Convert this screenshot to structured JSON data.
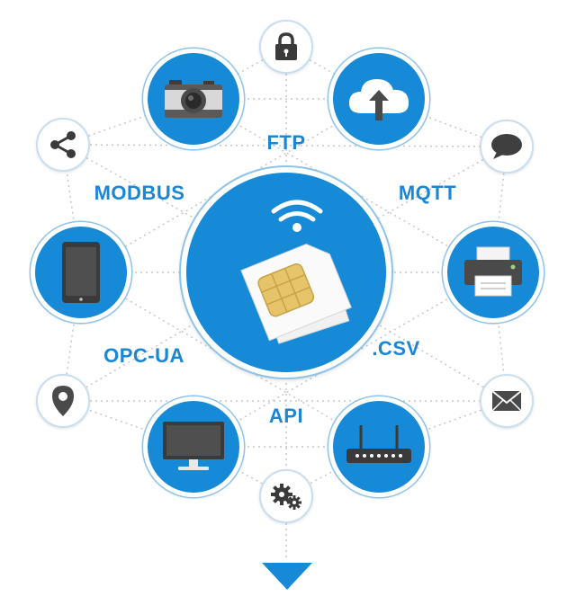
{
  "labels": {
    "ftp": "FTP",
    "modbus": "MODBUS",
    "mqtt": "MQTT",
    "opcua": "OPC-UA",
    "csv": ".CSV",
    "api": "API"
  },
  "colors": {
    "accent": "#168ad7",
    "label": "#1a86d4",
    "icon_dark": "#4a4a4a",
    "connector": "#c7c7c7"
  },
  "icons": {
    "center": "sim-card-icon",
    "big_nodes": [
      "camera-icon",
      "cloud-upload-icon",
      "printer-icon",
      "router-icon",
      "monitor-icon",
      "tablet-icon"
    ],
    "small_nodes": [
      "lock-icon",
      "chat-bubble-icon",
      "envelope-icon",
      "gears-icon",
      "location-pin-icon",
      "share-icon"
    ],
    "bottom": "down-arrow-icon"
  }
}
